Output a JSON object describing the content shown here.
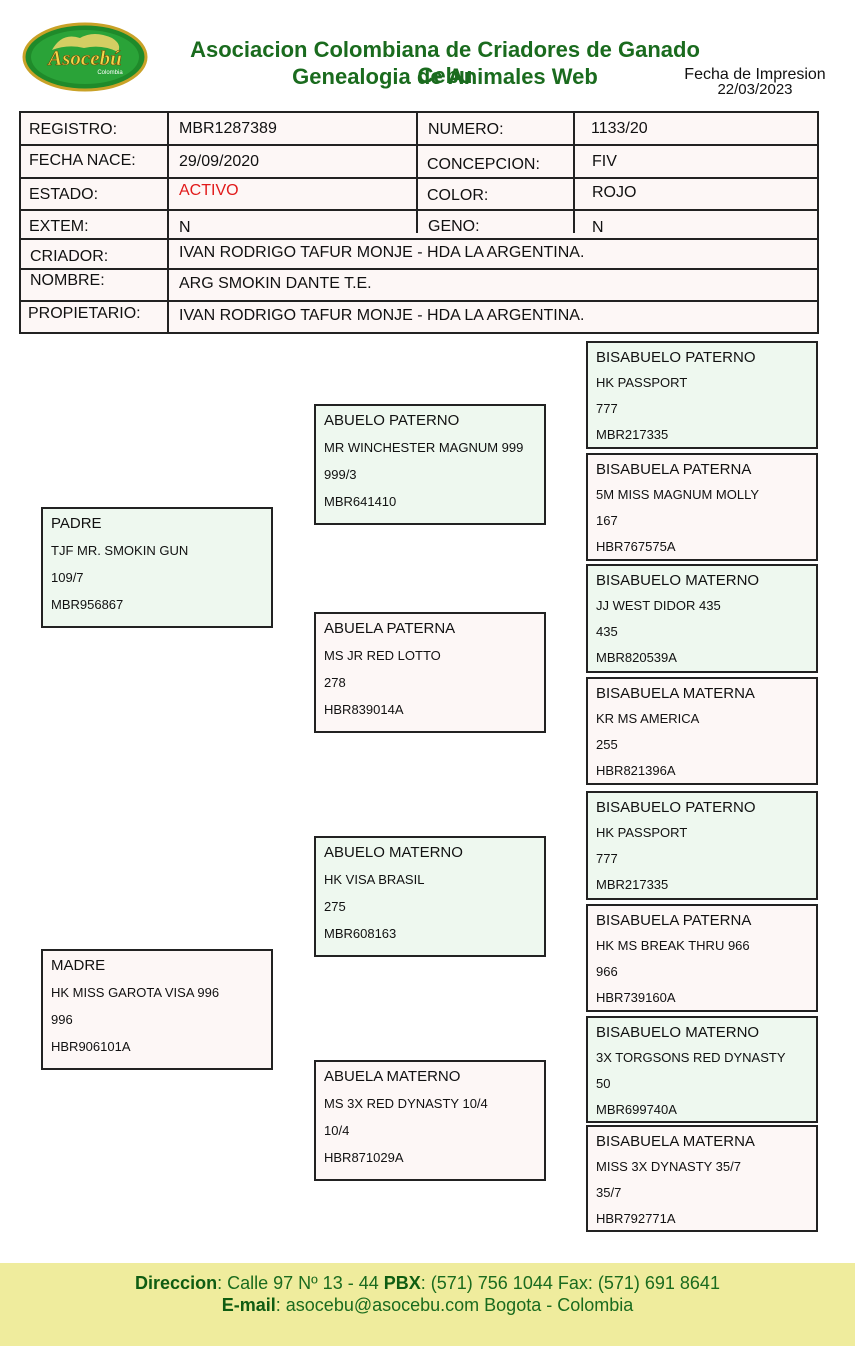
{
  "header": {
    "logo_text": "Asocebú",
    "logo_subtext": "Colombia",
    "org_title": "Asociacion Colombiana de Criadores de Ganado Cebu",
    "report_title": "Genealogia de Animales Web",
    "print_label": "Fecha de Impresion",
    "print_date": "22/03/2023"
  },
  "info": {
    "registro_label": "REGISTRO:",
    "registro": "MBR1287389",
    "numero_label": "NUMERO:",
    "numero": "1133/20",
    "fecha_nace_label": "FECHA NACE:",
    "fecha_nace": "29/09/2020",
    "concepcion_label": "CONCEPCION:",
    "concepcion": "FIV",
    "estado_label": "ESTADO:",
    "estado": "ACTIVO",
    "color_label": "COLOR:",
    "color": "ROJO",
    "extem_label": "EXTEM:",
    "extem": "N",
    "geno_label": "GENO:",
    "geno": "N",
    "criador_label": "CRIADOR:",
    "criador": "IVAN RODRIGO TAFUR MONJE - HDA LA ARGENTINA.",
    "nombre_label": "NOMBRE:",
    "nombre": "ARG SMOKIN DANTE T.E.",
    "propietario_label": "PROPIETARIO:",
    "propietario": "IVAN RODRIGO TAFUR MONJE - HDA LA ARGENTINA."
  },
  "pedigree": {
    "padre": {
      "title": "PADRE",
      "name": "TJF MR. SMOKIN GUN",
      "number": "109/7",
      "reg": "MBR956867"
    },
    "madre": {
      "title": "MADRE",
      "name": "HK MISS GAROTA VISA 996",
      "number": "996",
      "reg": "HBR906101A"
    },
    "abuelo_paterno": {
      "title": "ABUELO PATERNO",
      "name": "MR WINCHESTER MAGNUM 999",
      "number": "999/3",
      "reg": "MBR641410"
    },
    "abuela_paterna": {
      "title": "ABUELA PATERNA",
      "name": "MS JR RED LOTTO",
      "number": "278",
      "reg": "HBR839014A"
    },
    "abuelo_materno": {
      "title": "ABUELO MATERNO",
      "name": "HK VISA BRASIL",
      "number": "275",
      "reg": "MBR608163"
    },
    "abuela_materna": {
      "title": "ABUELA MATERNO",
      "name": "MS 3X RED DYNASTY 10/4",
      "number": "10/4",
      "reg": "HBR871029A"
    },
    "bis1": {
      "title": "BISABUELO PATERNO",
      "name": "HK PASSPORT",
      "number": "777",
      "reg": "MBR217335"
    },
    "bis2": {
      "title": "BISABUELA PATERNA",
      "name": "5M MISS MAGNUM MOLLY",
      "number": "167",
      "reg": "HBR767575A"
    },
    "bis3": {
      "title": "BISABUELO MATERNO",
      "name": "JJ WEST DIDOR 435",
      "number": "435",
      "reg": "MBR820539A"
    },
    "bis4": {
      "title": "BISABUELA MATERNA",
      "name": "KR MS AMERICA",
      "number": "255",
      "reg": "HBR821396A"
    },
    "bis5": {
      "title": "BISABUELO PATERNO",
      "name": "HK PASSPORT",
      "number": "777",
      "reg": "MBR217335"
    },
    "bis6": {
      "title": "BISABUELA PATERNA",
      "name": "HK MS BREAK THRU 966",
      "number": "966",
      "reg": "HBR739160A"
    },
    "bis7": {
      "title": "BISABUELO MATERNO",
      "name": "3X TORGSONS RED DYNASTY",
      "number": "50",
      "reg": "MBR699740A"
    },
    "bis8": {
      "title": "BISABUELA MATERNA",
      "name": "MISS 3X DYNASTY 35/7",
      "number": "35/7",
      "reg": "HBR792771A"
    }
  },
  "footer": {
    "direccion_label": "Direccion",
    "direccion": ": Calle 97 Nº 13 - 44 ",
    "pbx_label": "PBX",
    "pbx": ": (571) 756 1044 Fax: (571) 691 8641",
    "email_label": "E-mail",
    "email": ": asocebu@asocebu.com Bogota - Colombia"
  },
  "colors": {
    "brand_green": "#1a6b1e",
    "male_box": "#eef8ef",
    "female_box": "#fdf7f6",
    "footer_bg": "#efec9d",
    "status_active": "#e11a1a"
  }
}
